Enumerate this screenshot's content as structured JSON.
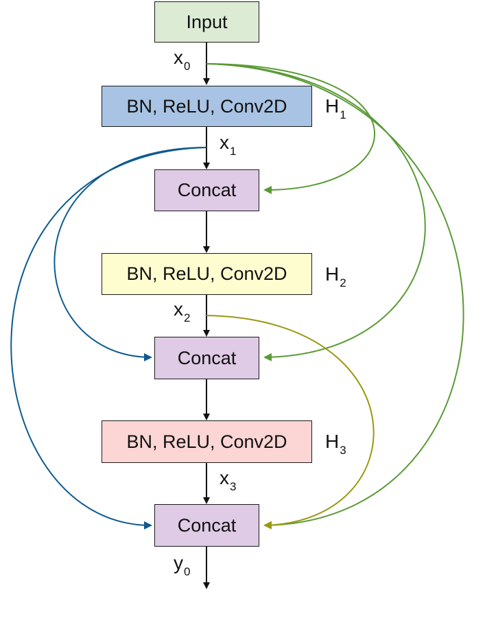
{
  "nodes": {
    "input": "Input",
    "layer1": "BN, ReLU, Conv2D",
    "concat1": "Concat",
    "layer2": "BN, ReLU, Conv2D",
    "concat2": "Concat",
    "layer3": "BN, ReLU, Conv2D",
    "concat3": "Concat"
  },
  "layer_labels": {
    "h1": {
      "main": "H",
      "sub": "1"
    },
    "h2": {
      "main": "H",
      "sub": "2"
    },
    "h3": {
      "main": "H",
      "sub": "3"
    }
  },
  "edge_labels": {
    "x0": {
      "main": "x",
      "sub": "0"
    },
    "x1": {
      "main": "x",
      "sub": "1"
    },
    "x2": {
      "main": "x",
      "sub": "2"
    },
    "x3": {
      "main": "x",
      "sub": "3"
    },
    "y0": {
      "main": "y",
      "sub": "0"
    }
  },
  "colors": {
    "input_fill": "#dcebd3",
    "layer1_fill": "#a8c3e3",
    "layer2_fill": "#fefdd0",
    "layer3_fill": "#fbd6d4",
    "concat_fill": "#dfcbe5",
    "line_black": "#111111",
    "skip_x0": "#5a9a35",
    "skip_x1": "#0e5a8f",
    "skip_x2": "#9a9810"
  }
}
